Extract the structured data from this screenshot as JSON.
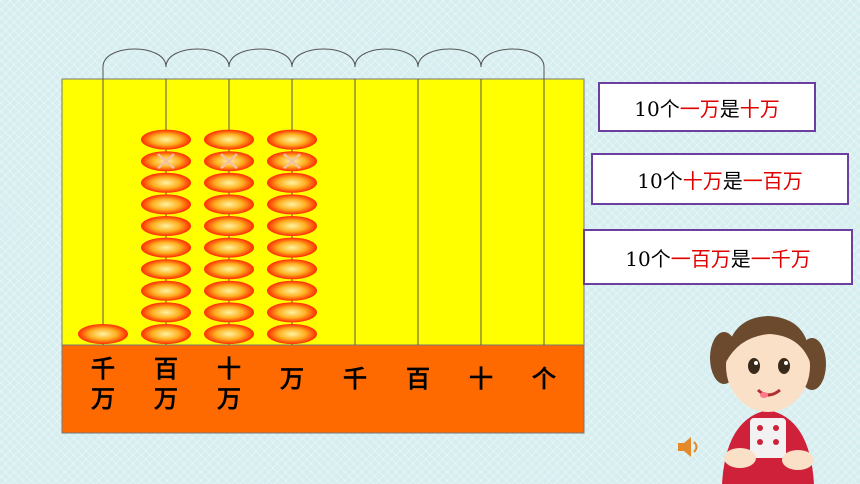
{
  "abacus": {
    "columns": [
      {
        "label_top": "千",
        "label_bottom": "万",
        "beads": 1,
        "crossed": 0
      },
      {
        "label_top": "百",
        "label_bottom": "万",
        "beads": 10,
        "crossed": 1
      },
      {
        "label_top": "十",
        "label_bottom": "万",
        "beads": 10,
        "crossed": 1
      },
      {
        "label_top": "万",
        "label_bottom": "",
        "beads": 10,
        "crossed": 1
      },
      {
        "label_top": "千",
        "label_bottom": "",
        "beads": 0,
        "crossed": 0
      },
      {
        "label_top": "百",
        "label_bottom": "",
        "beads": 0,
        "crossed": 0
      },
      {
        "label_top": "十",
        "label_bottom": "",
        "beads": 0,
        "crossed": 0
      },
      {
        "label_top": "个",
        "label_bottom": "",
        "beads": 0,
        "crossed": 0
      }
    ],
    "colors": {
      "frame": "#ffff00",
      "base": "#ff6a00",
      "bead_center": "#fff3a0",
      "bead_edge": "#ff2a00"
    }
  },
  "facts": [
    {
      "pre": "10个",
      "a": "一万",
      "mid": "是",
      "b": "十万"
    },
    {
      "pre": "10个",
      "a": "十万",
      "mid": "是",
      "b": "一百万"
    },
    {
      "pre": "10个",
      "a": "一百万",
      "mid": "是",
      "b": "一千万"
    }
  ],
  "icons": {
    "character": "girl-illustration",
    "audio": "speaker-icon"
  }
}
